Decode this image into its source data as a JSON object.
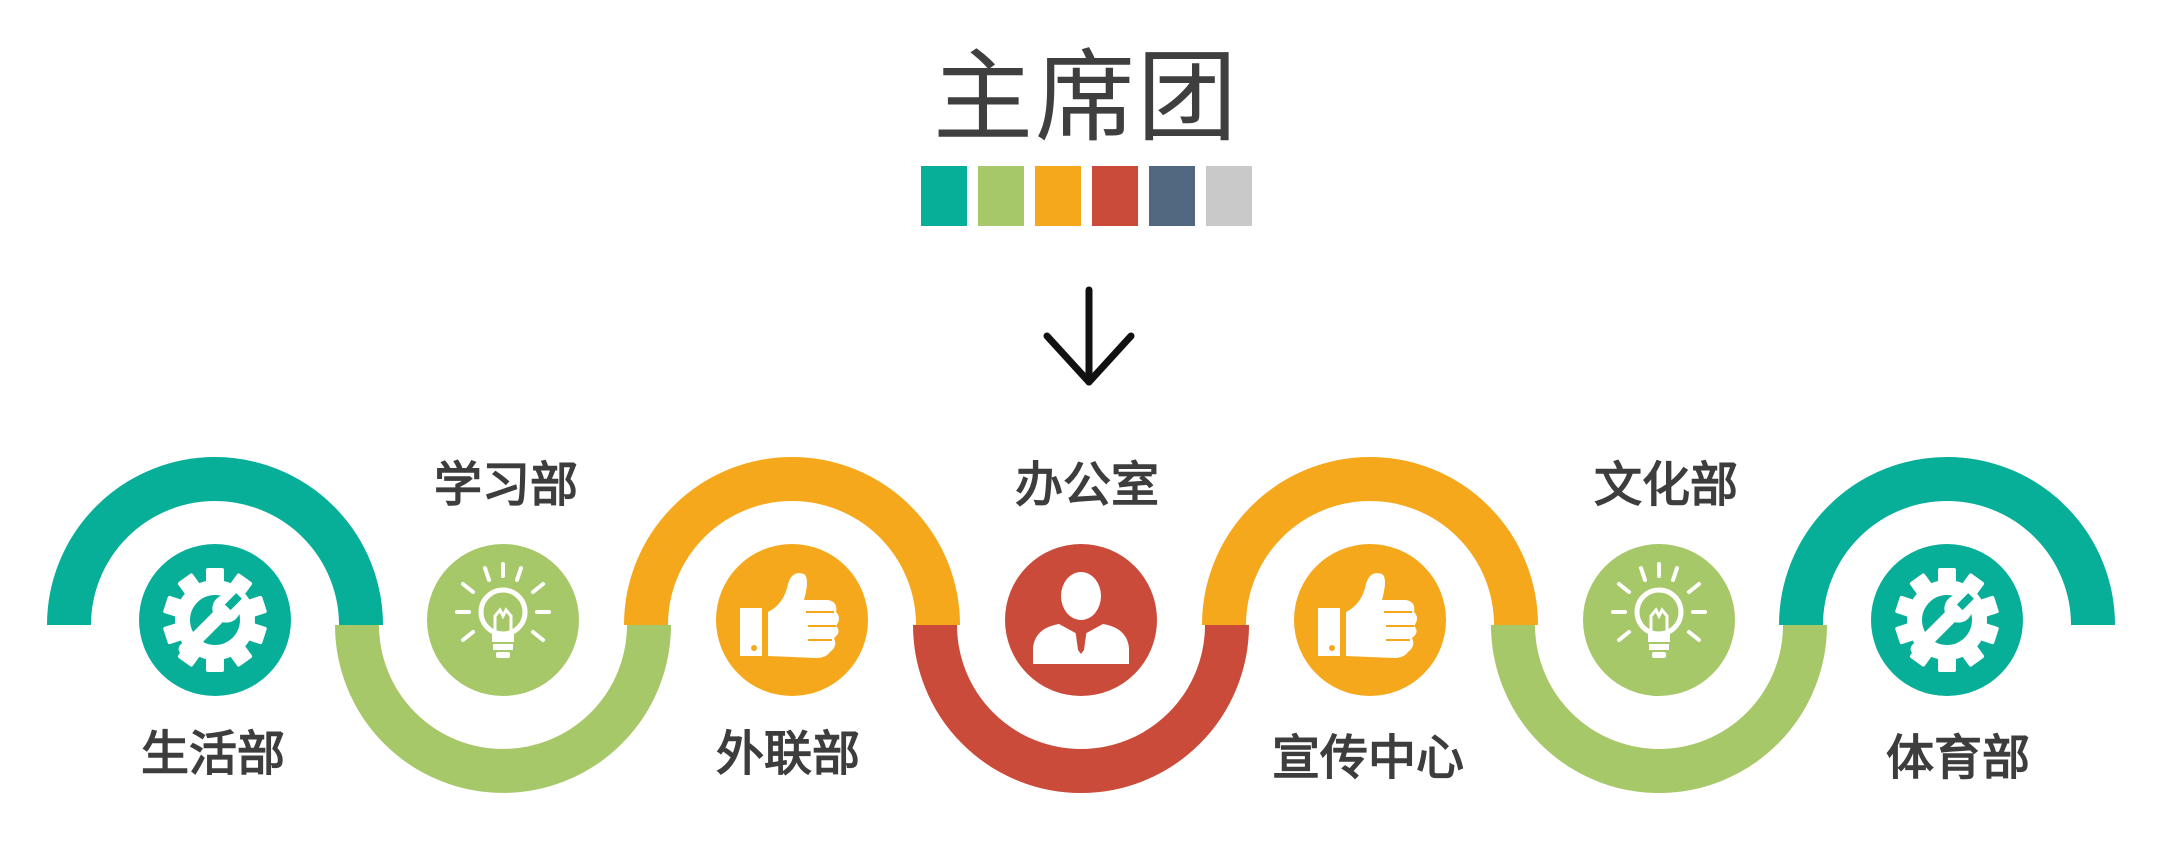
{
  "title": "主席团",
  "palette": [
    "#07ae98",
    "#a7c869",
    "#f6a81c",
    "#cb4b3a",
    "#526880",
    "#c9c9c9"
  ],
  "departments": [
    {
      "name": "生活部",
      "icon": "gear-wrench-icon",
      "color": "#07ae98"
    },
    {
      "name": "学习部",
      "icon": "lightbulb-icon",
      "color": "#a7c869"
    },
    {
      "name": "外联部",
      "icon": "thumbs-up-icon",
      "color": "#f6a81c"
    },
    {
      "name": "办公室",
      "icon": "person-icon",
      "color": "#cb4b3a"
    },
    {
      "name": "宣传中心",
      "icon": "thumbs-up-icon",
      "color": "#f6a81c"
    },
    {
      "name": "文化部",
      "icon": "lightbulb-icon",
      "color": "#a7c869"
    },
    {
      "name": "体育部",
      "icon": "gear-wrench-icon",
      "color": "#07ae98"
    }
  ]
}
